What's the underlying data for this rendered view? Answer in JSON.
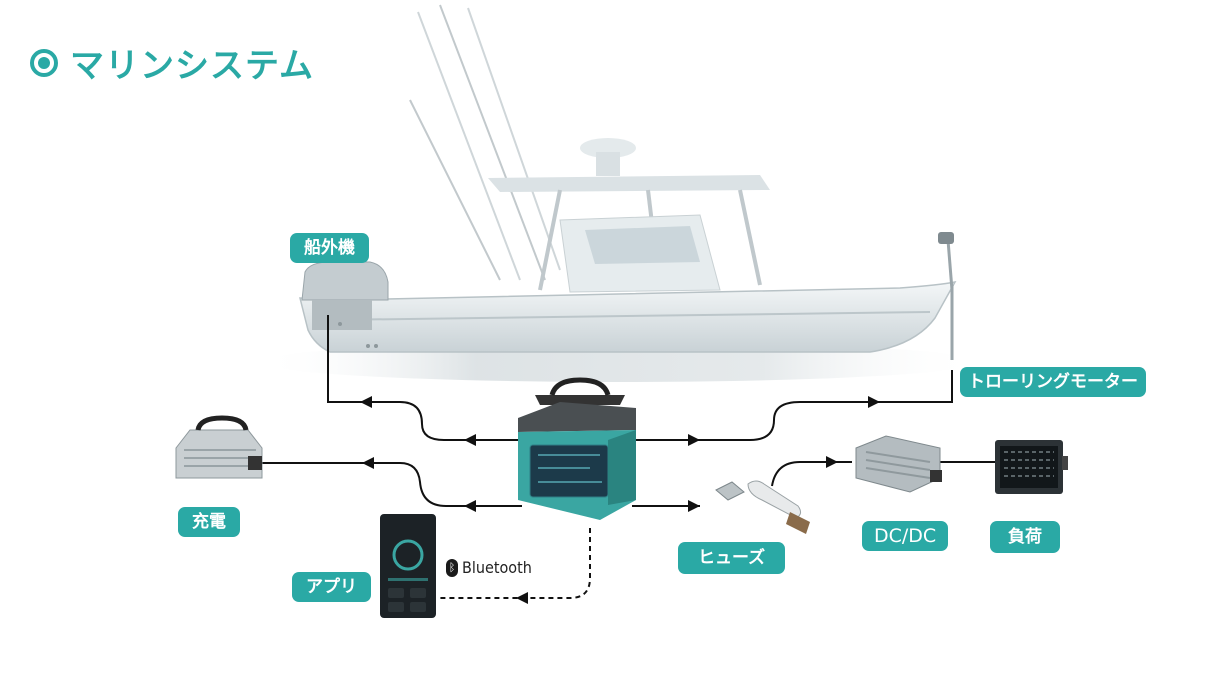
{
  "title": "マリンシステム",
  "colors": {
    "accent": "#2aa9a5",
    "line": "#111111",
    "hull": "#e8eef0",
    "battery": "#3aa6a2"
  },
  "icons": {
    "title_marker": "radio-ring-icon",
    "bluetooth": "bluetooth-icon"
  },
  "labels": {
    "outboard": "船外機",
    "trolling": "トローリングモーター",
    "charge": "充電",
    "app": "アプリ",
    "fuse": "ヒューズ",
    "dcdc": "DC/DC",
    "load": "負荷"
  },
  "bluetooth_text": "Bluetooth"
}
